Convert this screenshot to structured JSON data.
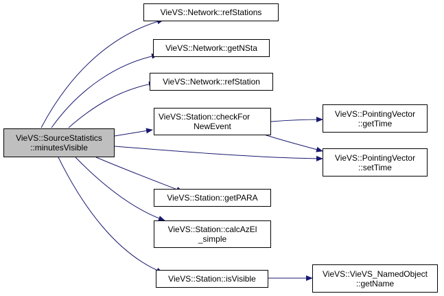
{
  "colors": {
    "edge": "#191970",
    "root_fill": "#bfbfbf",
    "node_fill": "#ffffff",
    "border": "#000000"
  },
  "nodes": [
    {
      "id": "root",
      "line1": "VieVS::SourceStatistics",
      "line2": "::minutesVisible"
    },
    {
      "id": "refStations",
      "line1": "VieVS::Network::refStations",
      "line2": ""
    },
    {
      "id": "getNSta",
      "line1": "VieVS::Network::getNSta",
      "line2": ""
    },
    {
      "id": "refStation",
      "line1": "VieVS::Network::refStation",
      "line2": ""
    },
    {
      "id": "checkForNewEvent",
      "line1": "VieVS::Station::checkFor",
      "line2": "NewEvent"
    },
    {
      "id": "pvGetTime",
      "line1": "VieVS::PointingVector",
      "line2": "::getTime"
    },
    {
      "id": "pvSetTime",
      "line1": "VieVS::PointingVector",
      "line2": "::setTime"
    },
    {
      "id": "getPARA",
      "line1": "VieVS::Station::getPARA",
      "line2": ""
    },
    {
      "id": "calcAzEl",
      "line1": "VieVS::Station::calcAzEl",
      "line2": "_simple"
    },
    {
      "id": "isVisible",
      "line1": "VieVS::Station::isVisible",
      "line2": ""
    },
    {
      "id": "getName",
      "line1": "VieVS::VieVS_NamedObject",
      "line2": "::getName"
    }
  ]
}
